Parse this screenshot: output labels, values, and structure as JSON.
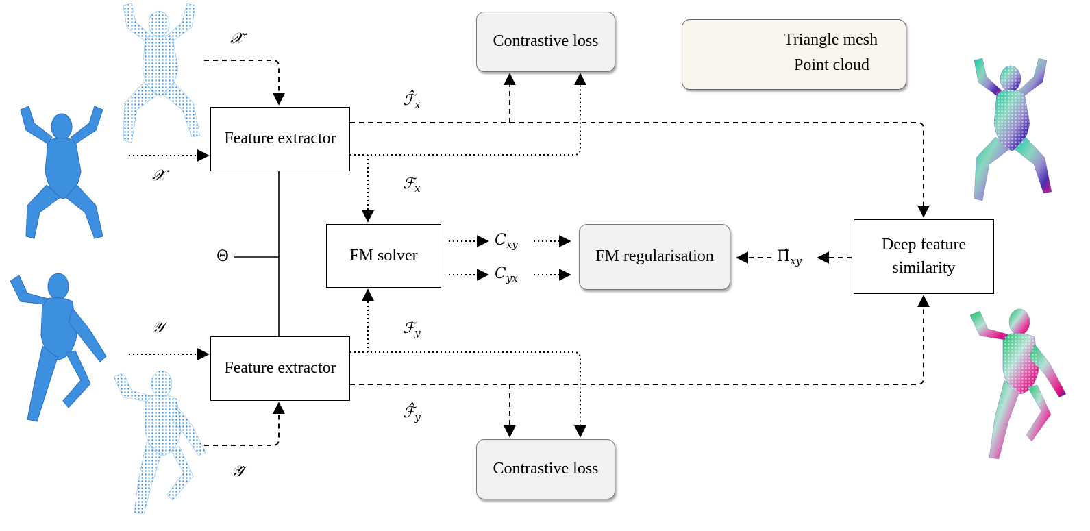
{
  "boxes": {
    "feature_extractor_top": "Feature extractor",
    "feature_extractor_bottom": "Feature extractor",
    "fm_solver": "FM solver",
    "fm_regularisation": "FM regularisation",
    "deep_feature_similarity": "Deep feature similarity",
    "contrastive_loss_top": "Contrastive loss",
    "contrastive_loss_bottom": "Contrastive loss"
  },
  "legend": {
    "triangle_mesh": "Triangle mesh",
    "point_cloud": "Point cloud"
  },
  "labels": {
    "x_hat": "𝒳̂",
    "x": "𝒳",
    "y": "𝒴",
    "y_hat": "𝒴̂",
    "theta": "Θ",
    "f_hat_x": {
      "base": "ℱ̂",
      "sub": "x"
    },
    "f_x": {
      "base": "ℱ",
      "sub": "x"
    },
    "f_y": {
      "base": "ℱ",
      "sub": "y"
    },
    "f_hat_y": {
      "base": "ℱ̂",
      "sub": "y"
    },
    "c_xy": {
      "base": "C",
      "sub": "xy"
    },
    "c_yx": {
      "base": "C",
      "sub": "yx"
    },
    "pi_xy": {
      "base": "Π̂",
      "sub": "xy"
    }
  },
  "colors": {
    "mesh_blue": "#3d8fe0",
    "point_blue": "#4a9be8",
    "box_fill": "#f2f2f2",
    "legend_fill": "#f8f6ec"
  },
  "shapes": [
    "mesh-x-figure",
    "pointcloud-x-hat-figure",
    "mesh-y-figure",
    "pointcloud-y-hat-figure",
    "colored-x-figure",
    "colored-y-figure"
  ]
}
